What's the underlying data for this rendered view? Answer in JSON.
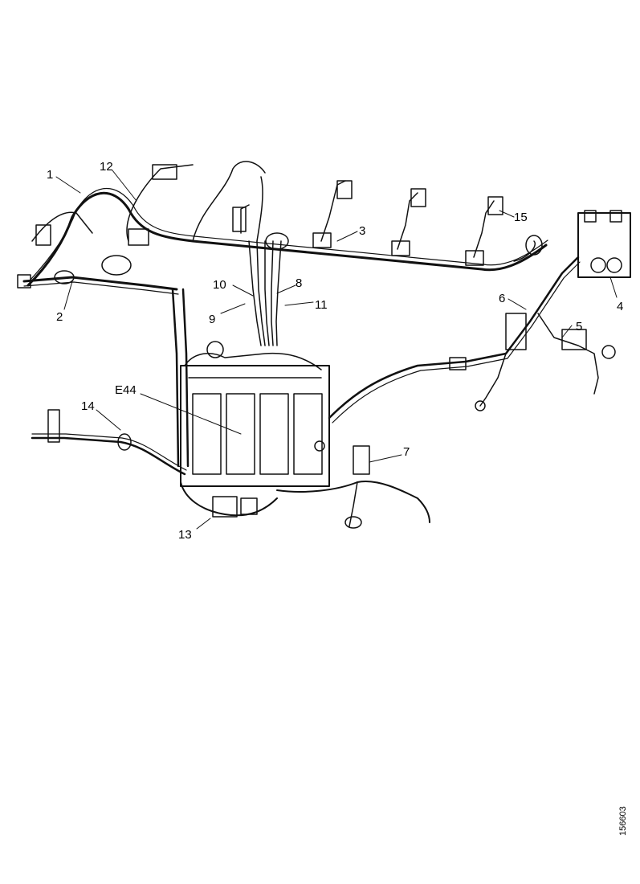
{
  "callouts": {
    "c1": "1",
    "c2": "2",
    "c3": "3",
    "c4": "4",
    "c5": "5",
    "c6": "6",
    "c7": "7",
    "c8": "8",
    "c9": "9",
    "c10": "10",
    "c11": "11",
    "c12": "12",
    "c13": "13",
    "c14": "14",
    "c15": "15",
    "e44": "E44"
  },
  "figure_ref": "156603"
}
